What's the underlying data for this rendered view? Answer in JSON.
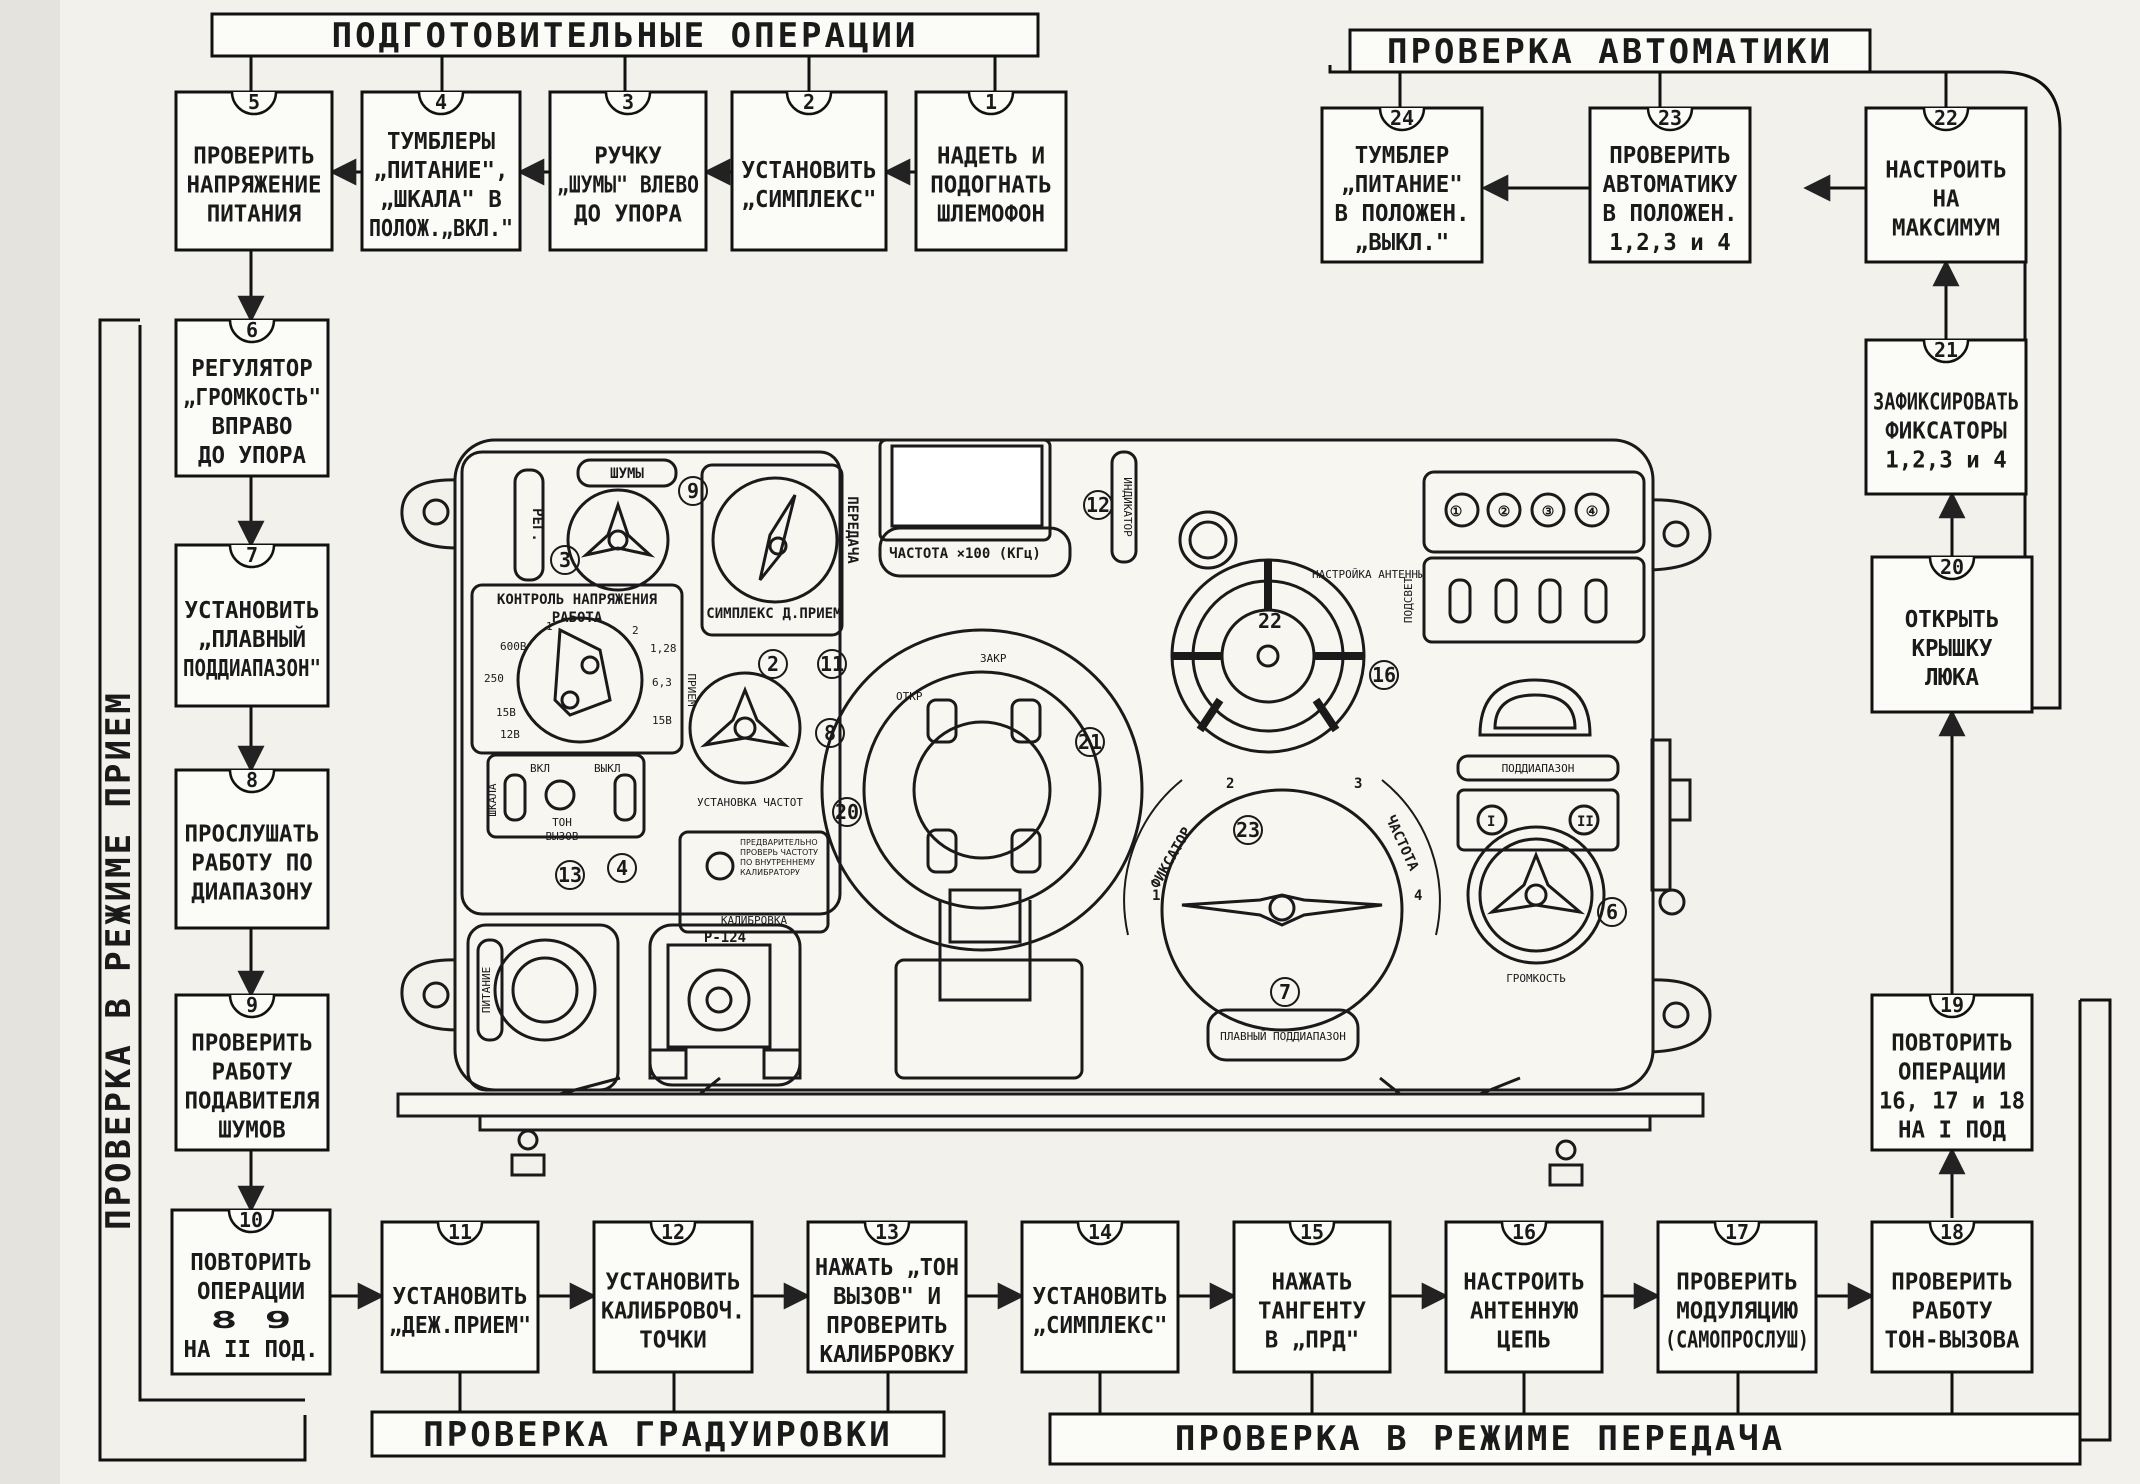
{
  "sections": {
    "top_left": "ПОДГОТОВИТЕЛЬНЫЕ ОПЕРАЦИИ",
    "top_right": "ПРОВЕРКА АВТОМАТИКИ",
    "left": "ПРОВЕРКА В РЕЖИМЕ ПРИЕМ",
    "bottom_left": "ПРОВЕРКА ГРАДУИРОВКИ",
    "bottom_right": "ПРОВЕРКА В РЕЖИМЕ ПЕРЕДАЧА"
  },
  "steps": [
    {
      "n": "1",
      "lines": [
        "НАДЕТЬ И",
        "ПОДОГНАТЬ",
        "ШЛЕМОФОН"
      ]
    },
    {
      "n": "2",
      "lines": [
        "УСТАНОВИТЬ",
        "„СИМПЛЕКС\""
      ]
    },
    {
      "n": "3",
      "lines": [
        "РУЧКУ",
        "„ШУМЫ\" ВЛЕВО",
        "ДО УПОРА"
      ]
    },
    {
      "n": "4",
      "lines": [
        "ТУМБЛЕРЫ",
        "„ПИТАНИЕ\",",
        "„ШКАЛА\" В",
        "ПОЛОЖ.„ВКЛ.\""
      ]
    },
    {
      "n": "5",
      "lines": [
        "ПРОВЕРИТЬ",
        "НАПРЯЖЕНИЕ",
        "ПИТАНИЯ"
      ]
    },
    {
      "n": "6",
      "lines": [
        "РЕГУЛЯТОР",
        "„ГРОМКОСТЬ\"",
        "ВПРАВО",
        "ДО УПОРА"
      ]
    },
    {
      "n": "7",
      "lines": [
        "УСТАНОВИТЬ",
        "„ПЛАВНЫЙ",
        "ПОДДИАПАЗОН\""
      ]
    },
    {
      "n": "8",
      "lines": [
        "ПРОСЛУШАТЬ",
        "РАБОТУ ПО",
        "ДИАПАЗОНУ"
      ]
    },
    {
      "n": "9",
      "lines": [
        "ПРОВЕРИТЬ",
        "РАБОТУ",
        "ПОДАВИТЕЛЯ",
        "ШУМОВ"
      ]
    },
    {
      "n": "10",
      "lines": [
        "ПОВТОРИТЬ",
        "ОПЕРАЦИИ",
        "8    9",
        "НА II ПОД."
      ]
    },
    {
      "n": "11",
      "lines": [
        "УСТАНОВИТЬ",
        "„ДЕЖ.ПРИЕМ\""
      ]
    },
    {
      "n": "12",
      "lines": [
        "УСТАНОВИТЬ",
        "КАЛИБРОВОЧ.",
        "ТОЧКИ"
      ]
    },
    {
      "n": "13",
      "lines": [
        "НАЖАТЬ „ТОН",
        "ВЫЗОВ\" И",
        "ПРОВЕРИТЬ",
        "КАЛИБРОВКУ"
      ]
    },
    {
      "n": "14",
      "lines": [
        "УСТАНОВИТЬ",
        "„СИМПЛЕКС\""
      ]
    },
    {
      "n": "15",
      "lines": [
        "НАЖАТЬ",
        "ТАНГЕНТУ",
        "В „ПРД\""
      ]
    },
    {
      "n": "16",
      "lines": [
        "НАСТРОИТЬ",
        "АНТЕННУЮ",
        "ЦЕПЬ"
      ]
    },
    {
      "n": "17",
      "lines": [
        "ПРОВЕРИТЬ",
        "МОДУЛЯЦИЮ",
        "(САМОПРОСЛУШ)"
      ]
    },
    {
      "n": "18",
      "lines": [
        "ПРОВЕРИТЬ",
        "РАБОТУ",
        "ТОН-ВЫЗОВА"
      ]
    },
    {
      "n": "19",
      "lines": [
        "ПОВТОРИТЬ",
        "ОПЕРАЦИИ",
        "16, 17 и 18",
        "НА I ПОД"
      ]
    },
    {
      "n": "20",
      "lines": [
        "ОТКРЫТЬ",
        "КРЫШКУ",
        "ЛЮКА"
      ]
    },
    {
      "n": "21",
      "lines": [
        "ЗАФИКСИРОВАТЬ",
        "ФИКСАТОРЫ",
        "1,2,3 и 4"
      ]
    },
    {
      "n": "22",
      "lines": [
        "НАСТРОИТЬ",
        "НА",
        "МАКСИМУМ"
      ]
    },
    {
      "n": "23",
      "lines": [
        "ПРОВЕРИТЬ",
        "АВТОМАТИКУ",
        "В ПОЛОЖЕН.",
        "1,2,3 и 4"
      ]
    },
    {
      "n": "24",
      "lines": [
        "ТУМБЛЕР",
        "„ПИТАНИЕ\"",
        "В ПОЛОЖЕН.",
        "„ВЫКЛ.\""
      ]
    }
  ],
  "panel": {
    "shumy": "ШУМЫ",
    "reg": "РЕГ.",
    "frequency": "ЧАСТОТА ×100 (КГц)",
    "simplex": "СИМПЛЕКС",
    "d_priem": "Д.ПРИЕМ",
    "peredacha": "ПЕРЕДАЧА",
    "kontrol": "КОНТРОЛЬ НАПРЯЖЕНИЯ",
    "rabota": "РАБОТА",
    "v600": "600В",
    "v250": "250",
    "v15": "15В",
    "v12": "12В",
    "n1": "1",
    "n2": "2",
    "v128": "1,28",
    "v63": "6,3",
    "v15b": "15В",
    "priem": "ПРИЕМ",
    "vkl": "ВКЛ",
    "vykl": "ВЫКЛ",
    "shkala": "ШКАЛА",
    "ton": "ТОН",
    "vyzov": "ВЫЗОВ",
    "ustanovka": "УСТАНОВКА ЧАСТОТ",
    "kalibrovka": "КАЛИБРОВКА",
    "kal_text": "ПРЕДВАРИТЕЛЬНО ПРОВЕРЬ ЧАСТОТУ ПО ВНУТРЕННЕМУ КАЛИБРАТОРУ",
    "otkr": "ОТКР",
    "zakr": "ЗАКР",
    "r124": "Р-124",
    "pitanie": "ПИТАНИЕ",
    "nastroyka": "НАСТРОЙКА АНТЕННЫ",
    "podsvet": "ПОДСВЕТ",
    "indikator": "ИНДИКАТОР",
    "fiksator": "ФИКСАТОР",
    "f1": "1",
    "f2": "2",
    "f3": "3",
    "f4": "4",
    "chastota": "ЧАСТОТА",
    "poddiapazon": "ПОДДИАПАЗОН",
    "plavny": "ПЛАВНЫЙ ПОДДИАПАЗОН",
    "gromkost": "ГРОМКОСТЬ",
    "i": "I",
    "ii": "II",
    "c1": "①",
    "c2": "②",
    "c3": "③",
    "c4": "④",
    "m2": "2",
    "m3": "3",
    "m4": "4",
    "m6": "6",
    "m7": "7",
    "m8": "8",
    "m9": "9",
    "m11": "11",
    "m12": "12",
    "m13": "13",
    "m16": "16",
    "m20": "20",
    "m21": "21",
    "m22": "22",
    "m23": "23"
  }
}
